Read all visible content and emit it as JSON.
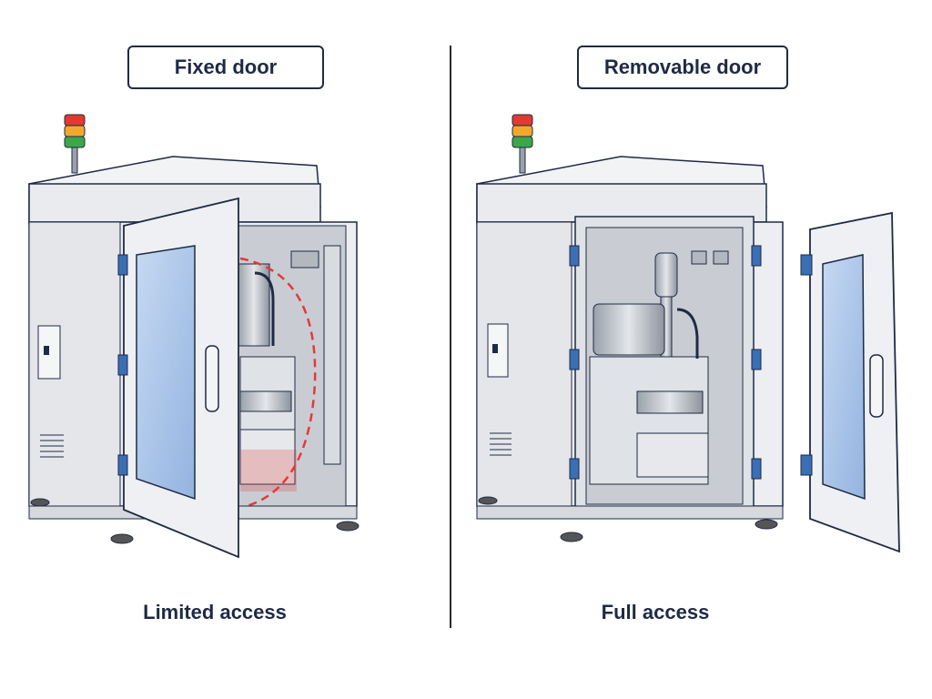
{
  "panels": [
    {
      "title": "Fixed door",
      "caption": "Limited access"
    },
    {
      "title": "Removable door",
      "caption": "Full access"
    }
  ],
  "colors": {
    "outline": "#1f2a44",
    "cabinet": "#eceef1",
    "cabinet_shade": "#d6d9de",
    "interior": "#c9cdd3",
    "glass": "#a9c4e8",
    "hinge": "#3a6fb5",
    "restricted_zone": "#e03a3a",
    "light_red": "#e23b2e",
    "light_amber": "#f2a92b",
    "light_green": "#3aa84a"
  }
}
